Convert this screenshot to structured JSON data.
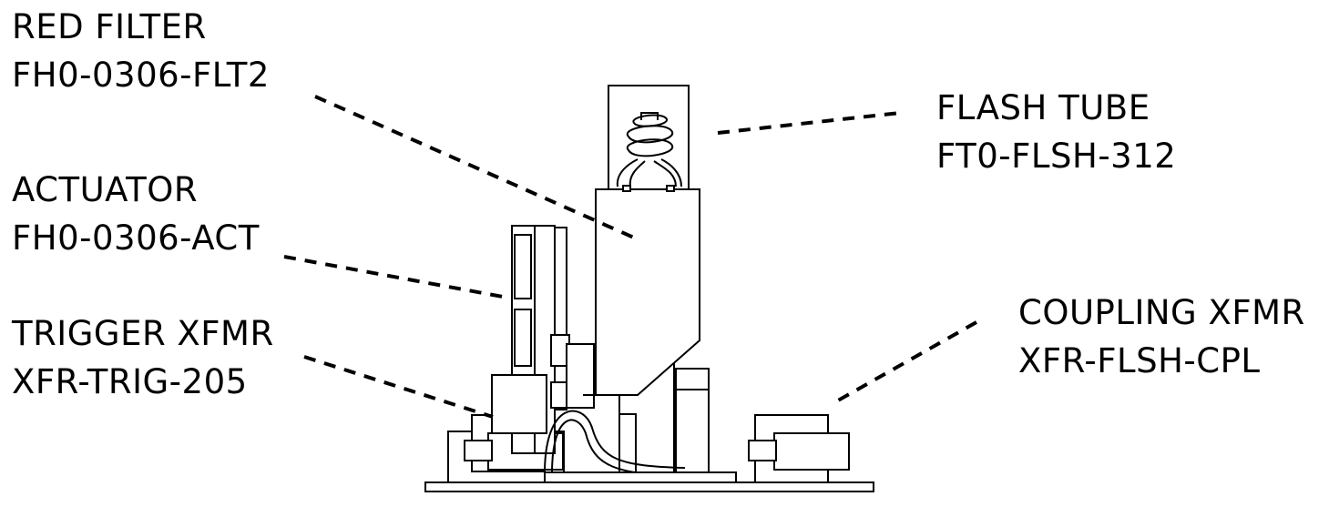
{
  "labels": {
    "red_filter": {
      "name": "RED FILTER",
      "part": "FH0-0306-FLT2"
    },
    "actuator": {
      "name": "ACTUATOR",
      "part": "FH0-0306-ACT"
    },
    "trigger_xfmr": {
      "name": "TRIGGER XFMR",
      "part": "XFR-TRIG-205"
    },
    "flash_tube": {
      "name": "FLASH TUBE",
      "part": "FT0-FLSH-312"
    },
    "coupling_xfmr": {
      "name": "COUPLING XFMR",
      "part": "XFR-FLSH-CPL"
    }
  },
  "colors": {
    "ink": "#000000",
    "paper": "#ffffff"
  }
}
